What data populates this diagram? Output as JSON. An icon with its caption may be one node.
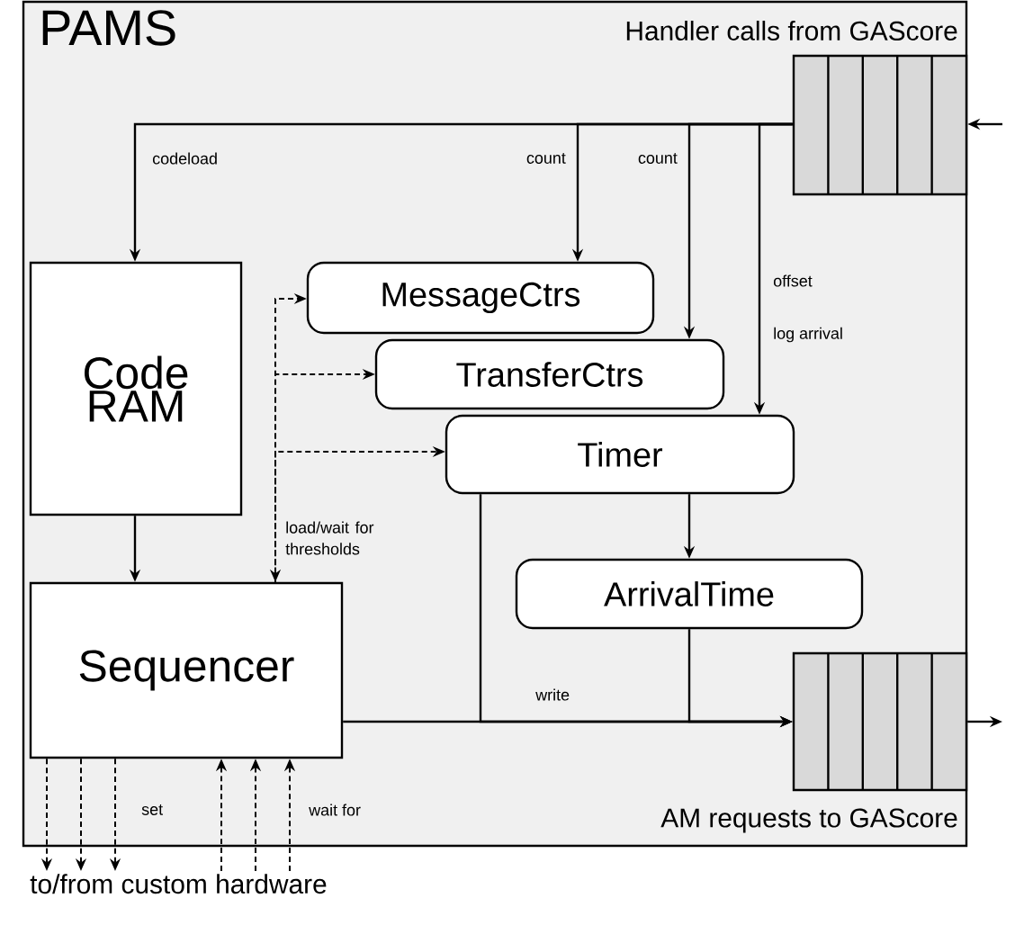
{
  "diagram": {
    "nodes": [
      {
        "text": [
          "PAMS"
        ]
      },
      {
        "text": [],
        "shape": "box",
        "beside": [
          "Handler calls from GAScore"
        ],
        "in": 0
      },
      {
        "text": [
          "Code RAM"
        ],
        "in": 0
      },
      {
        "text": [
          "MessageCtrs"
        ],
        "in": 0
      },
      {
        "text": [
          "TransferCtrs"
        ],
        "in": 0
      },
      {
        "text": [
          "Timer"
        ],
        "in": 0
      },
      {
        "text": [
          "ArrivalTime"
        ],
        "in": 0
      },
      {
        "text": [
          "Sequencer"
        ],
        "in": 0
      },
      {
        "text": [],
        "shape": "box",
        "beside": [
          "AM requests to GAScore"
        ],
        "in": 0
      },
      {
        "text": [
          "to/from custom hardware"
        ]
      }
    ],
    "edges": [
      {
        "from": 1,
        "to": 2,
        "arrow": "to",
        "label": "codeload"
      },
      {
        "from": 1,
        "to": 3,
        "arrow": "to",
        "label": "count"
      },
      {
        "from": 1,
        "to": 4,
        "arrow": "to",
        "label": "count"
      },
      {
        "from": 1,
        "to": 5,
        "arrow": "to",
        "label": "offset"
      },
      {
        "from": null,
        "to": 1,
        "arrow": "to"
      },
      {
        "from": 7,
        "to": 3,
        "arrow": "to",
        "style": "dashed"
      },
      {
        "from": 7,
        "to": 4,
        "arrow": "to",
        "style": "dashed"
      },
      {
        "from": 7,
        "to": 5,
        "arrow": "both",
        "style": "dashed",
        "label": "load/wait for thresholds"
      },
      {
        "from": 2,
        "to": 7,
        "arrow": "to"
      },
      {
        "from": 5,
        "to": 6,
        "arrow": "to"
      },
      {
        "from": 7,
        "to": 8,
        "arrow": "to",
        "label": "write"
      },
      {
        "from": 5,
        "to": 8,
        "arrow": "to"
      },
      {
        "from": 6,
        "to": 8,
        "arrow": "to"
      },
      {
        "from": 8,
        "to": null,
        "arrow": "to"
      },
      {
        "from": 7,
        "to": 9,
        "arrow": "to",
        "style": "dashed"
      },
      {
        "from": 7,
        "to": 9,
        "arrow": "to",
        "style": "dashed"
      },
      {
        "from": 7,
        "to": 9,
        "arrow": "to",
        "style": "dashed",
        "label": "set"
      },
      {
        "from": 9,
        "to": 7,
        "arrow": "to",
        "style": "dashed"
      },
      {
        "from": 9,
        "to": 7,
        "arrow": "to",
        "style": "dashed"
      },
      {
        "from": 9,
        "to": 7,
        "arrow": "to",
        "style": "dashed",
        "label": "wait for"
      }
    ],
    "labels": [
      "log arrival"
    ]
  }
}
